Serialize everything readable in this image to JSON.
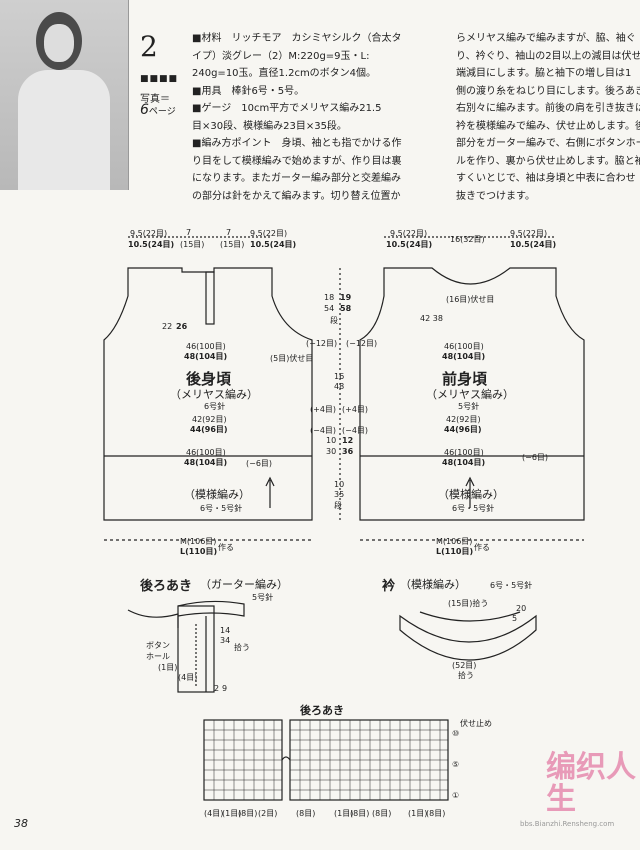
{
  "pattern_number": "2",
  "photo_label": "写真＝",
  "photo_page": "6",
  "photo_page_unit": "ページ",
  "materials_text": [
    "■材料　リッチモア　カシミヤシルク（合太タ",
    "イプ）淡グレー（2）M:220g=9玉・L:",
    "240g=10玉。直径1.2cmのボタン4個。",
    "■用具　棒針6号・5号。",
    "■ゲージ　10cm平方でメリヤス編み21.5",
    "目×30段、模様編み23目×35段。",
    "■編み方ポイント　身頃、袖とも指でかける作",
    "り目をして模様編みで始めますが、作り目は裏",
    "になります。またガーター編み部分と交差編み",
    "の部分は針をかえて編みます。切り替え位置か"
  ],
  "continued_text": [
    "らメリヤス編みで編みますが、脇、袖ぐ",
    "り、衿ぐり、袖山の2目以上の減目は伏せ目、1",
    "端減目にします。脇と袖下の増し目は1",
    "側の渡り糸をねじり目にします。後ろあき",
    "右別々に編みます。前後の肩を引き抜きは",
    "衿を模様編みで編み、伏せ止めします。後",
    "部分をガーター編みで、右側にボタンホー",
    "ルを作り、裏から伏せ止めします。脇と袖",
    "すくいとじで、袖は身頃と中表に合わせ",
    "抜きでつけます。"
  ],
  "back_body": {
    "title": "後身頃",
    "subtitle": "（メリヤス編み）",
    "needle": "6号針",
    "pattern": "（模様編み）",
    "pattern_needle": "6号・5号針"
  },
  "front_body": {
    "title": "前身頃",
    "subtitle": "（メリヤス編み）",
    "needle": "5号針",
    "pattern": "（模様編み）",
    "pattern_needle": "6号・5号針"
  },
  "labels": {
    "w95_22": "9.5(22目)",
    "w105_24": "10.5(24目)",
    "w7": "7",
    "w15": "(15目)",
    "w16_32": "16(32目)",
    "b46_100": "46(100目)",
    "b48_104": "48(104目)",
    "b42_92": "42(92目)",
    "b44_96": "44(96目)",
    "m106": "M(106目)",
    "l110": "L(110目)",
    "tsukuru": "作る",
    "h18": "18",
    "h19": "19",
    "h54": "54",
    "h58": "58",
    "h16": "16",
    "h48": "48",
    "h10": "10",
    "h12": "12",
    "h30": "30",
    "h36": "36",
    "h35": "35",
    "dan": "段",
    "minus12": "(−12目)",
    "plus4": "(+4目)",
    "minus4": "(−4目)",
    "minus6": "(−6目)",
    "minus5": "(5目)伏せ目",
    "fuse": "(16目)伏せ目",
    "katahaba": "42 38",
    "s22": "22",
    "s26": "26"
  },
  "back_opening": {
    "title": "後ろあき",
    "subtitle": "（ガーター編み）",
    "needle": "5号針",
    "button_hole": "ボタン\nホール",
    "button_hole_count": "(1目)",
    "n4": "(4目)",
    "n14": "14",
    "n34": "34",
    "n2": "2",
    "n9": "9",
    "hiroi": "拾う"
  },
  "collar": {
    "title": "衿",
    "subtitle": "（模様編み）",
    "needle": "6号・5号針",
    "top": "(15目)拾う",
    "bottom": "(52目)",
    "hiroi": "拾う",
    "side_20": "20",
    "side_5": "5"
  },
  "chart": {
    "title": "後ろあき",
    "fuse_dome": "伏せ止め",
    "bottom_labels": [
      "(4目)",
      "(1目)",
      "(8目)",
      "(2目)",
      "(8目)",
      "(1目)",
      "(8目)",
      "(8目)",
      "(1目)",
      "(8目)"
    ],
    "row_marks": [
      "⑩",
      "⑤",
      "①"
    ]
  },
  "page_number": "38",
  "logo_text": "编织人生",
  "logo_url": "bbs.Bianzhi.Rensheng.com"
}
